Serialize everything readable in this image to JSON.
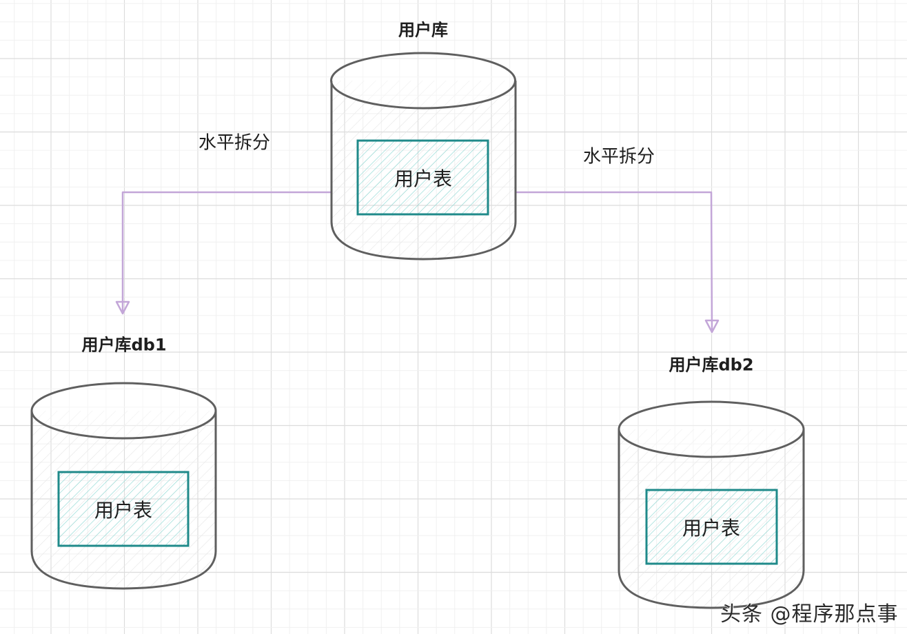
{
  "diagram": {
    "type": "database-sharding-diagram",
    "source_db": {
      "title": "用户库",
      "table_label": "用户表"
    },
    "targets": [
      {
        "title": "用户库db1",
        "table_label": "用户表"
      },
      {
        "title": "用户库db2",
        "table_label": "用户表"
      }
    ],
    "edges": [
      {
        "from": "用户库",
        "to": "用户库db1",
        "label": "水平拆分"
      },
      {
        "from": "用户库",
        "to": "用户库db2",
        "label": "水平拆分"
      }
    ]
  },
  "watermark": "头条 @程序那点事",
  "colors": {
    "grid_minor": "#f0f0f0",
    "grid_major": "#dcdcdc",
    "cylinder_stroke": "#5f5f5f",
    "table_stroke": "#1f8a8a",
    "table_hatch": "#8fd8d4",
    "arrow": "#c3a6d8",
    "text": "#1e1e1e"
  }
}
